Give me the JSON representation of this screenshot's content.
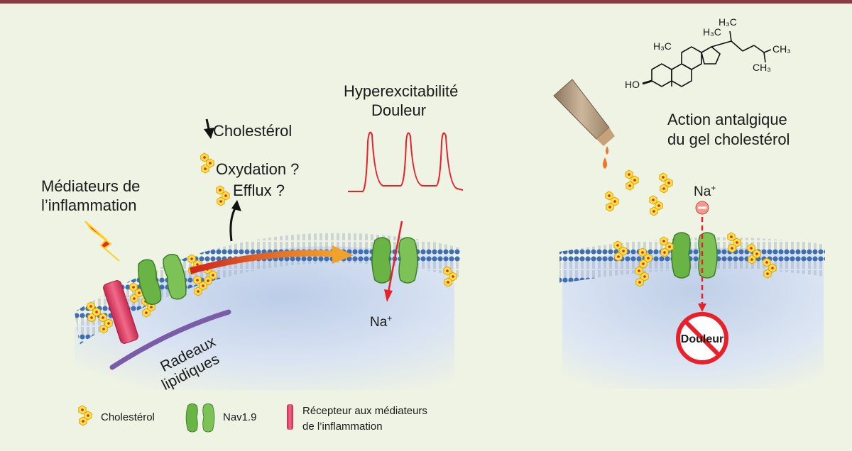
{
  "labels": {
    "mediators": [
      "Médiateurs de",
      "l’inflammation"
    ],
    "cholesterol_down": "Cholestérol",
    "oxidation": "Oxydation ?",
    "efflux": "Efflux ?",
    "hyper": [
      "Hyperexcitabilité",
      "Douleur"
    ],
    "na_left": "Na",
    "na_right": "Na",
    "na_sup": "+",
    "rafts": [
      "Radeaux",
      "lipidiques"
    ],
    "action": [
      "Action antalgique",
      "du gel cholestérol"
    ],
    "douleur_sign": "Douleur"
  },
  "molecule": {
    "h3c_a": "H₃C",
    "h3c_b": "H₃C",
    "h3c_c": "H₃C",
    "ch3_a": "CH₃",
    "ch3_b": "CH₃",
    "ho": "HO"
  },
  "legend": {
    "cholesterol": "Cholestérol",
    "channel": "Nav1.9",
    "receptor_line1": "Récepteur aux médiateurs",
    "receptor_line2": "de l’inflammation"
  },
  "colors": {
    "background": "#eef3e4",
    "top_bar": "#8b3a46",
    "membrane_head": "#3f6fb0",
    "channel_green": "#6ab345",
    "cholesterol_fill": "#ffe14a",
    "cholesterol_dot": "#e8202a",
    "receptor": "#e0486a",
    "raft": "#7b5ca8",
    "spike_red": "#e8202a"
  }
}
